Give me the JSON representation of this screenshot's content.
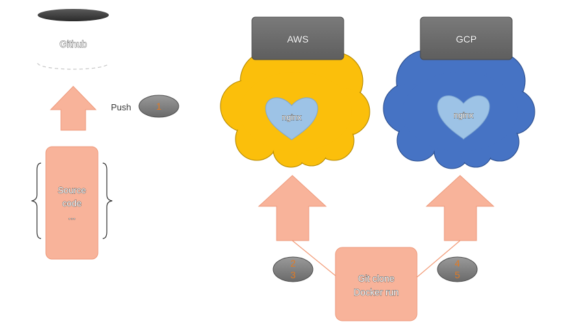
{
  "github": {
    "label": "Github"
  },
  "push": {
    "label": "Push",
    "step": "1"
  },
  "source": {
    "line1": "Source",
    "line2": "code",
    "line3": "..."
  },
  "aws": {
    "label": "AWS",
    "server_label": "nginx"
  },
  "gcp": {
    "label": "GCP",
    "server_label": "nginx"
  },
  "deploy": {
    "line1": "Git clone",
    "line2": "Docker run"
  },
  "steps": {
    "aws": {
      "a": "2",
      "b": "3"
    },
    "gcp": {
      "a": "4",
      "b": "5"
    }
  },
  "colors": {
    "arrow_fill": "#f8b39a",
    "arrow_stroke": "#ee9a7c",
    "aws_cloud": "#fbbf0b",
    "gcp_cloud": "#4673c4",
    "heart": "#9dc3e6",
    "tab": "#7f7f7f",
    "badge": "#8a8a8a",
    "number": "#e07a24"
  }
}
